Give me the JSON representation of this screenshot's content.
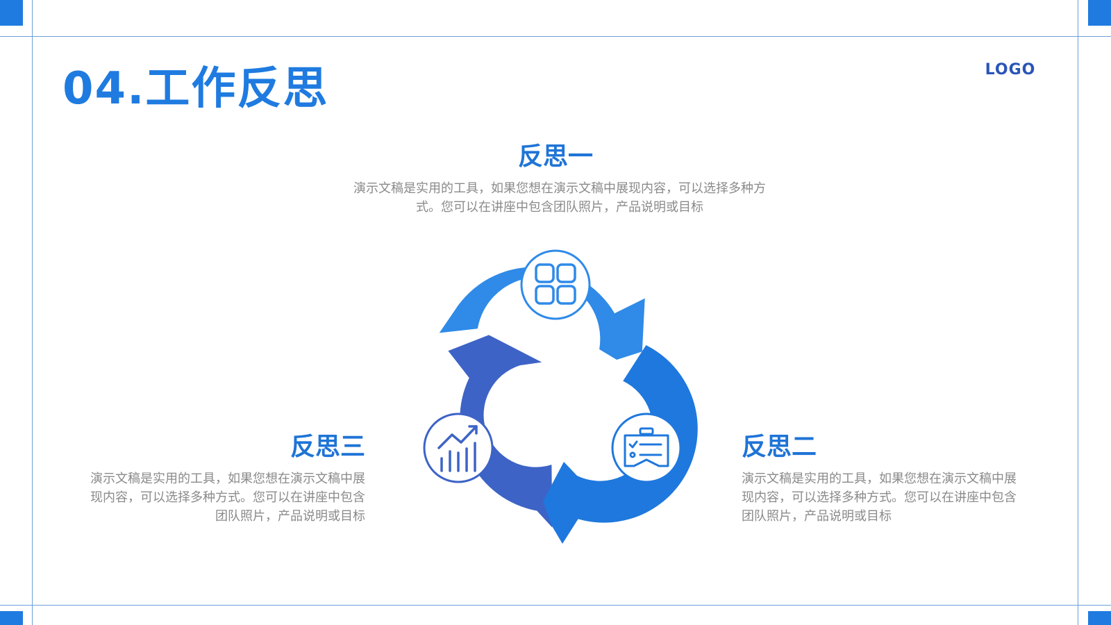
{
  "slide": {
    "title": "04.工作反思",
    "logo": "LOGO"
  },
  "items": [
    {
      "heading": "反思一",
      "text": "演示文稿是实用的工具，如果您想在演示文稿中展现内容，可以选择多种方式。您可以在讲座中包含团队照片，产品说明或目标",
      "icon": "grid-squares-icon"
    },
    {
      "heading": "反思二",
      "text": "演示文稿是实用的工具，如果您想在演示文稿中展现内容，可以选择多种方式。您可以在讲座中包含团队照片，产品说明或目标",
      "icon": "checklist-clipboard-icon"
    },
    {
      "heading": "反思三",
      "text": "演示文稿是实用的工具，如果您想在演示文稿中展现内容，可以选择多种方式。您可以在讲座中包含团队照片，产品说明或目标",
      "icon": "growth-chart-icon"
    }
  ],
  "colors": {
    "accent": "#1f7be0",
    "arrow_top": "#2f8ae8",
    "arrow_right": "#1f78dd",
    "arrow_left": "#3d63c6",
    "body_text": "#8a8a8a"
  }
}
